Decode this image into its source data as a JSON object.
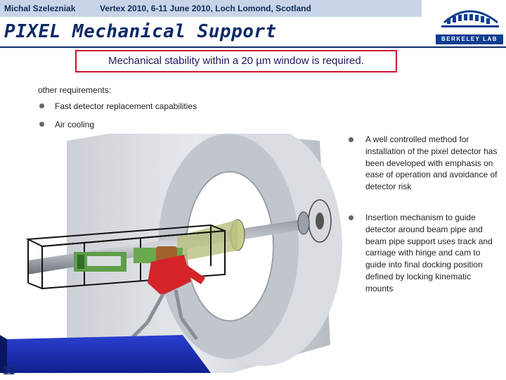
{
  "header": {
    "author": "Michal Szelezniak",
    "conference": "Vertex 2010, 6-11 June 2010, Loch Lomond, Scotland"
  },
  "title": "PIXEL Mechanical Support",
  "logo": {
    "text": "BERKELEY LAB",
    "icon": "lab-building-icon"
  },
  "callout": "Mechanical stability within a 20 µm window is required.",
  "other_requirements": {
    "label": "other requirements:",
    "items": [
      "Fast detector replacement capabilities",
      "Air cooling"
    ]
  },
  "right_bullets": [
    "A well controlled method for installation of the pixel detector has been developed with emphasis on ease of operation and avoidance of detector risk",
    "Insertion mechanism to guide detector around beam pipe and beam pipe support uses track and carriage with hinge and cam to guide into final docking position defined by locking kinematic mounts"
  ],
  "page_number": "11",
  "colors": {
    "title": "#0c2a66",
    "header_bar": "#c9d4e8",
    "callout_border": "#c8102e",
    "logo_blue": "#0c3d91"
  }
}
